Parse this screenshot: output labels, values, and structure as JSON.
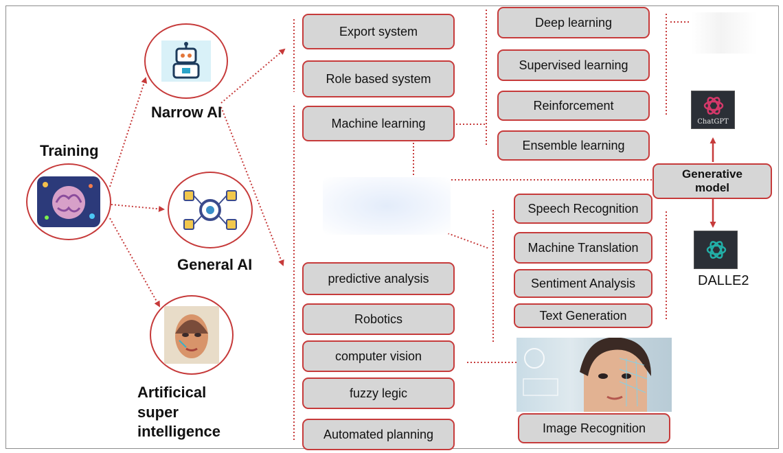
{
  "categories": {
    "training": "Training",
    "narrow_ai": "Narrow AI",
    "general_ai": "General AI",
    "super_ai": "Artificical\nsuper\nintelligence"
  },
  "narrow_branches": [
    "Export system",
    "Role based system",
    "Machine learning"
  ],
  "ml_types": [
    "Deep learning",
    "Supervised learning",
    "Reinforcement",
    "Ensemble learning"
  ],
  "generative": {
    "label": "Generative\nmodel",
    "chatgpt_caption": "ChatGPT",
    "dalle_caption": "DALLE2"
  },
  "nlp_tasks": [
    "Speech Recognition",
    "Machine Translation",
    "Sentiment Analysis",
    "Text Generation"
  ],
  "general_branches": [
    "predictive analysis",
    "Robotics",
    "computer vision",
    "fuzzy legic",
    "Automated planning"
  ],
  "image_recognition": "Image Recognition",
  "colors": {
    "accent": "#c63a3a",
    "box_fill": "#d6d6d6",
    "logo_bg": "#2b2f36",
    "chatgpt_pink": "#d6386a",
    "dalle_teal": "#22b0a8"
  },
  "icons": [
    "robot-icon",
    "brain-icon",
    "gear-network-icon",
    "face-icon",
    "chatgpt-logo-icon",
    "openai-logo-icon"
  ]
}
